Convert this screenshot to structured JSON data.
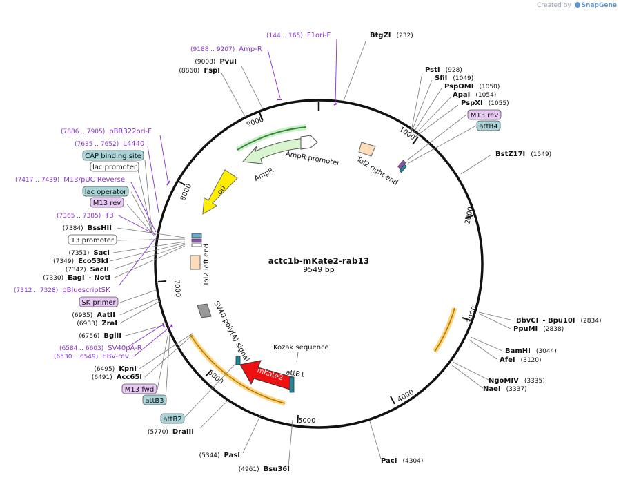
{
  "credit": {
    "prefix": "Created by",
    "brand": "SnapGene"
  },
  "plasmid": {
    "name": "actc1b-mKate2-rab13",
    "length": "9549 bp",
    "bp": 9549
  },
  "colors": {
    "backbone": "#111111",
    "enzyme": "#111111",
    "primer": "#8833cc",
    "ampR": "#d8f5d0",
    "ori": "#ffee00",
    "mKate2": "#ee1111",
    "polyA": "#999999",
    "orange_arrow": "#ffbb55",
    "att_site": "#a8d4d8",
    "m13_box": "#e8c8f5"
  },
  "ticks": [
    {
      "pos": 1000,
      "label": "1000"
    },
    {
      "pos": 2000,
      "label": "2000"
    },
    {
      "pos": 3000,
      "label": "3000"
    },
    {
      "pos": 4000,
      "label": "4000"
    },
    {
      "pos": 5000,
      "label": "5000"
    },
    {
      "pos": 6000,
      "label": "6000"
    },
    {
      "pos": 7000,
      "label": "7000"
    },
    {
      "pos": 8000,
      "label": "8000"
    },
    {
      "pos": 9000,
      "label": "9000"
    }
  ],
  "enzymes_right": [
    {
      "name": "BtgZI",
      "pos": "(232)"
    },
    {
      "name": "PstI",
      "pos": "(928)"
    },
    {
      "name": "SfiI",
      "pos": "(1049)"
    },
    {
      "name": "PspOMI",
      "pos": "(1050)"
    },
    {
      "name": "ApaI",
      "pos": "(1054)"
    },
    {
      "name": "PspXI",
      "pos": "(1055)"
    },
    {
      "name": "BstZ17I",
      "pos": "(1549)"
    },
    {
      "name": "BbvCI",
      "extra": "- Bpu10I",
      "pos": "(2834)"
    },
    {
      "name": "PpuMI",
      "pos": "(2838)"
    },
    {
      "name": "BamHI",
      "pos": "(3044)"
    },
    {
      "name": "AfeI",
      "pos": "(3120)"
    },
    {
      "name": "NgoMIV",
      "pos": "(3335)"
    },
    {
      "name": "NaeI",
      "pos": "(3337)"
    },
    {
      "name": "PacI",
      "pos": "(4304)"
    }
  ],
  "enzymes_left": [
    {
      "name": "PvuI",
      "pos": "(9008)"
    },
    {
      "name": "FspI",
      "pos": "(8860)"
    },
    {
      "name": "BssHII",
      "pos": "(7384)"
    },
    {
      "name": "SacI",
      "pos": "(7351)"
    },
    {
      "name": "Eco53kI",
      "pos": "(7349)"
    },
    {
      "name": "SacII",
      "pos": "(7342)"
    },
    {
      "name": "EagI",
      "extra": "- NotI",
      "pos": "(7330)"
    },
    {
      "name": "AatII",
      "pos": "(6935)"
    },
    {
      "name": "ZraI",
      "pos": "(6933)"
    },
    {
      "name": "BglII",
      "pos": "(6756)"
    },
    {
      "name": "KpnI",
      "pos": "(6495)"
    },
    {
      "name": "Acc65I",
      "pos": "(6491)"
    },
    {
      "name": "DraIII",
      "pos": "(5770)"
    },
    {
      "name": "PasI",
      "pos": "(5344)"
    },
    {
      "name": "Bsu36I",
      "pos": "(4961)"
    }
  ],
  "primers": [
    {
      "name": "F1ori-F",
      "range": "(144 .. 165)"
    },
    {
      "name": "Amp-R",
      "range": "(9188 .. 9207)"
    },
    {
      "name": "pBR322ori-F",
      "range": "(7886 .. 7905)"
    },
    {
      "name": "L4440",
      "range": "(7635 .. 7652)"
    },
    {
      "name": "M13/pUC Reverse",
      "range": "(7417 .. 7439)"
    },
    {
      "name": "T3",
      "range": "(7365 .. 7385)"
    },
    {
      "name": "pBluescriptSK",
      "range": "(7312 .. 7328)"
    },
    {
      "name": "SV40pA-R",
      "range": "(6584 .. 6603)"
    },
    {
      "name": "EBV-rev",
      "range": "(6530 .. 6549)"
    }
  ],
  "boxes": {
    "m13_rev_right": "M13 rev",
    "attB4": "attB4",
    "cap": "CAP binding site",
    "lac_promoter": "lac promoter",
    "lac_operator": "lac operator",
    "m13_rev_left": "M13 rev",
    "t3_promoter": "T3 promoter",
    "sk_primer": "SK primer",
    "m13_fwd": "M13 fwd",
    "attB3": "attB3",
    "attB2": "attB2"
  },
  "features": {
    "ampR": "AmpR",
    "ampR_promoter": "AmpR promoter",
    "tol2_right": "Tol2 right end",
    "ori": "ori",
    "tol2_left": "Tol2 left end",
    "sv40": "SV40 poly(A) signal",
    "kozak": "Kozak sequence",
    "attB1": "attB1",
    "mKate2": "mKate2"
  }
}
